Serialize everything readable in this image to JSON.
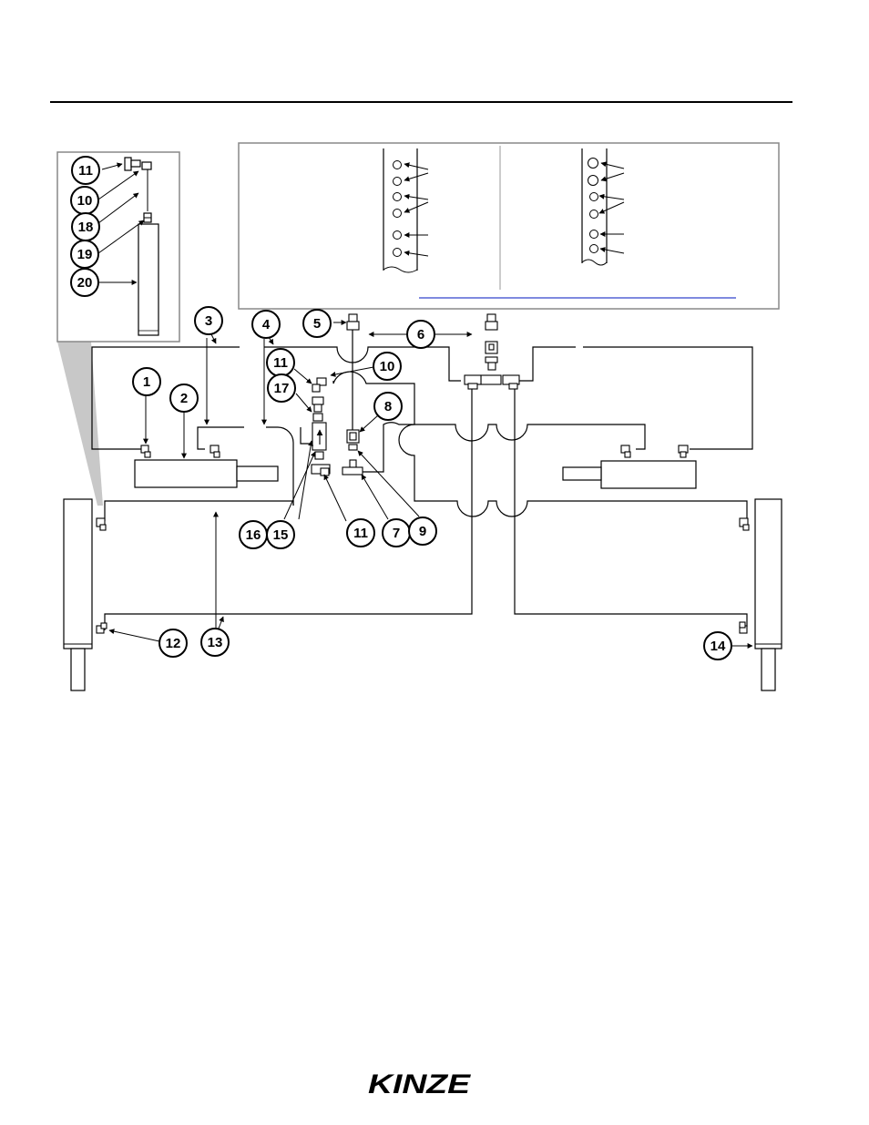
{
  "callouts": {
    "c1": "1",
    "c2": "2",
    "c3": "3",
    "c4": "4",
    "c5": "5",
    "c6": "6",
    "c7": "7",
    "c8": "8",
    "c9": "9",
    "c10_main": "10",
    "c10_inset": "10",
    "c11_inset": "11",
    "c11_top": "11",
    "c11_bottom": "11",
    "c12": "12",
    "c13": "13",
    "c14": "14",
    "c15": "15",
    "c16": "16",
    "c17": "17",
    "c18": "18",
    "c19": "19",
    "c20": "20"
  },
  "logo": {
    "text": "KINZE"
  },
  "icons": {
    "callout": "circled-number",
    "cylinder": "hydraulic-cylinder-shape",
    "fitting": "hydraulic-fitting-shape",
    "accumulator": "accumulator-shape"
  }
}
